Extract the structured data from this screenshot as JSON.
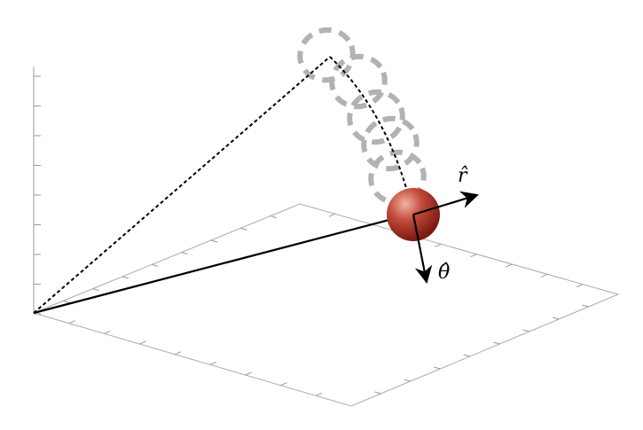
{
  "diagram": {
    "vector_labels": {
      "r_hat": "r̂",
      "theta_hat": "θ̂"
    },
    "colors": {
      "axis": "#999999",
      "vector": "#000000",
      "ghost_ellipse": "#aaaaaa",
      "ball_light": "#e89a8c",
      "ball_dark": "#8a1e14"
    },
    "icons": {
      "ball": "sphere-icon",
      "arrow": "arrowhead"
    }
  }
}
